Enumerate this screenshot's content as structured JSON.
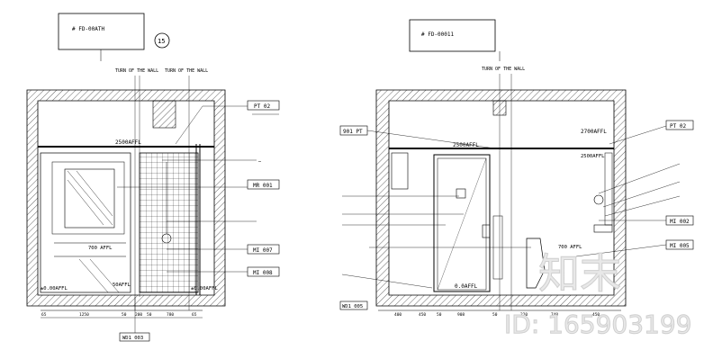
{
  "watermark": {
    "logo_text": "知末",
    "id_text": "ID: 165903199"
  },
  "left_elevation": {
    "ref_box": "# FD-00ATH",
    "section_marker": "15",
    "wall_label": "TURN OF THE WALL",
    "height_label": "2500AFFL",
    "floor_left": "±0.00AFFL",
    "floor_mid": "50AFFL",
    "floor_right": "±0.00AFFL",
    "niche_label": "700 AFFL",
    "callouts": {
      "pt": "PT 02",
      "mr": "MR 001",
      "mi1": "MI 007",
      "mi2": "MI 008",
      "wd": "WD1 003"
    },
    "dims": [
      "65",
      "1250",
      "50",
      "200",
      "50",
      "780",
      "65"
    ]
  },
  "right_elevation": {
    "ref_box": "# FD-00011",
    "wall_label": "TURN OF THE WALL",
    "height_left": "2500AFFL",
    "height_right": "2700AFFL",
    "height_right2": "2500AFFL",
    "floor_label": "0.0AFFL",
    "niche_label": "700 AFFL",
    "callouts": {
      "pt_left": "901 PT",
      "pt_right": "PT 02",
      "mi1": "MI 002",
      "mi2": "MI 005",
      "wd": "WD1 005"
    },
    "dims": [
      "400",
      "450",
      "50",
      "908",
      "50",
      "220",
      "740",
      "450"
    ]
  }
}
